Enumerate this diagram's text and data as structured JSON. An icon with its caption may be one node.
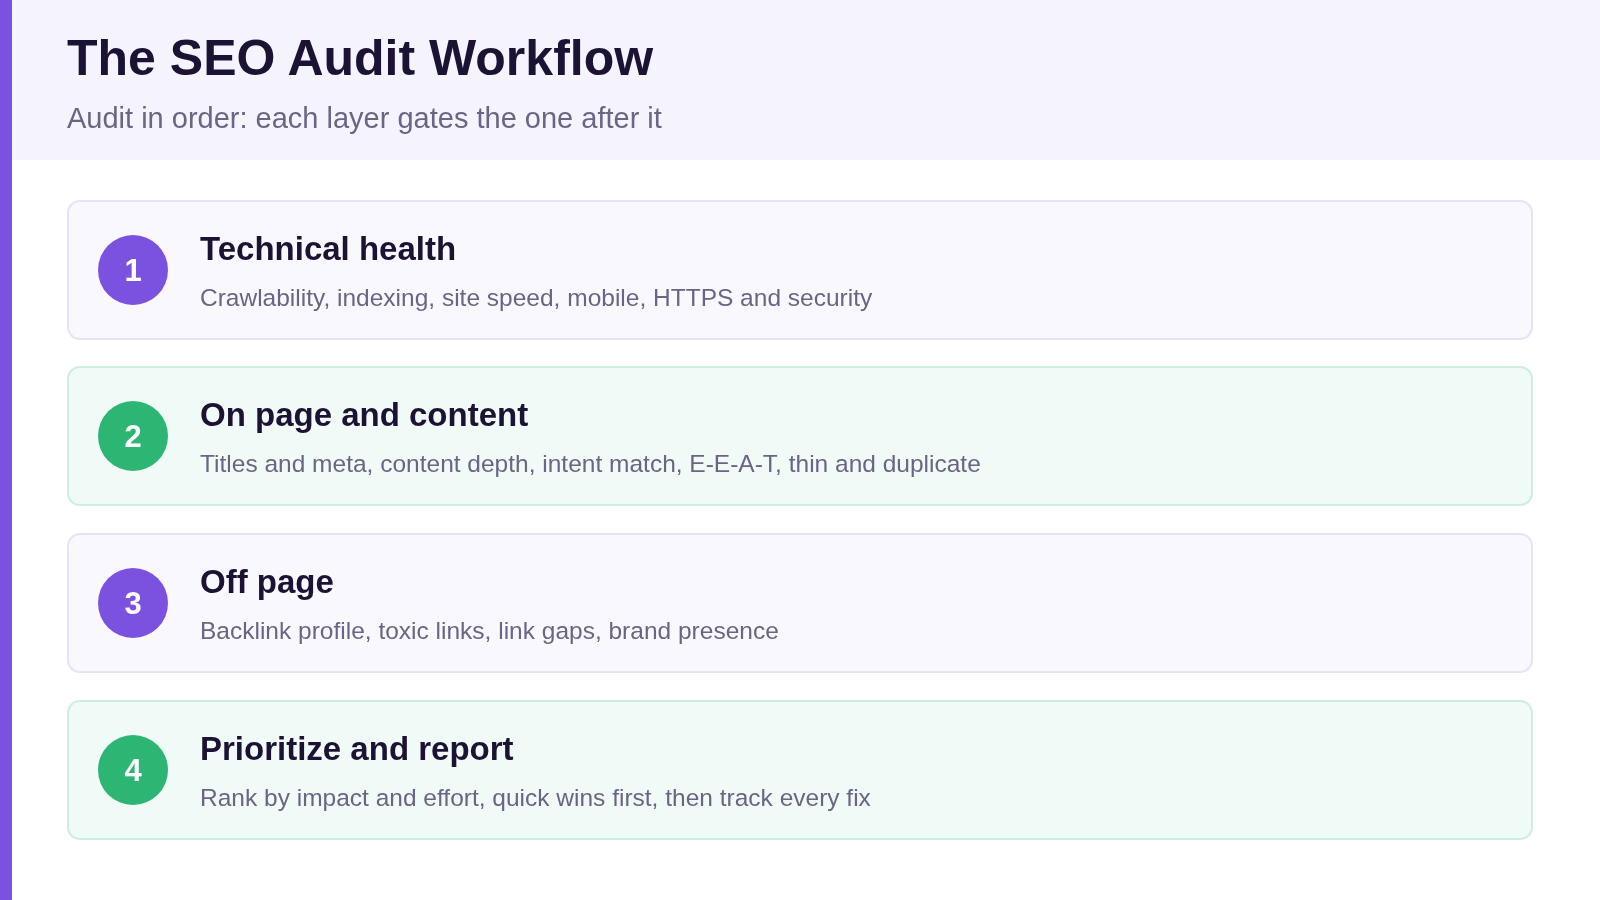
{
  "diagram": {
    "title": "The SEO Audit Workflow",
    "nodes": [
      {
        "text": [
          "Technical health",
          "Crawlability, indexing, site speed, mobile, HTTPS and security"
        ]
      },
      {
        "text": [
          "1"
        ],
        "in": 0
      },
      {
        "text": [
          "On page and content",
          "Titles and meta, content depth, intent match, E-E-A-T, thin and duplicate"
        ]
      },
      {
        "text": [
          "2"
        ],
        "in": 2
      },
      {
        "text": [
          "Off page",
          "Backlink profile, toxic links, link gaps, brand presence"
        ]
      },
      {
        "text": [
          "3"
        ],
        "in": 4
      },
      {
        "text": [
          "Prioritize and report",
          "Rank by impact and effort, quick wins first, then track every fix"
        ]
      },
      {
        "text": [
          "4"
        ],
        "in": 6
      }
    ],
    "labels": [
      "Audit in order: each layer gates the one after it"
    ]
  }
}
